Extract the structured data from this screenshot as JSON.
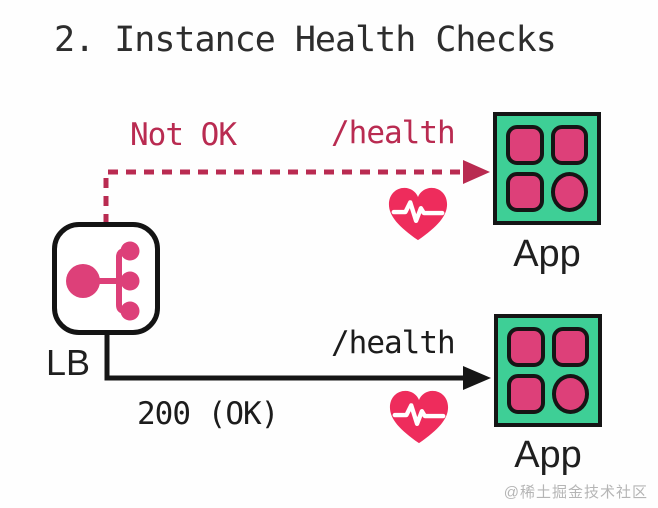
{
  "title": "2. Instance Health Checks",
  "colors": {
    "crimson": "#b92b51",
    "heart": "#ee2c5c",
    "green": "#3ecf96",
    "pink": "#dd4079",
    "ink": "#1c1c1c",
    "watermark": "#b5b5b5"
  },
  "load_balancer": {
    "label": "LB",
    "icon": "load-balancer-icon"
  },
  "unhealthy_check": {
    "status": "Not OK",
    "endpoint": "/health",
    "app_label": "App",
    "heart_icon": "heartbeat-icon"
  },
  "healthy_check": {
    "status": "200 (OK)",
    "endpoint": "/health",
    "app_label": "App",
    "heart_icon": "heartbeat-icon"
  },
  "watermark": "@稀土掘金技术社区"
}
